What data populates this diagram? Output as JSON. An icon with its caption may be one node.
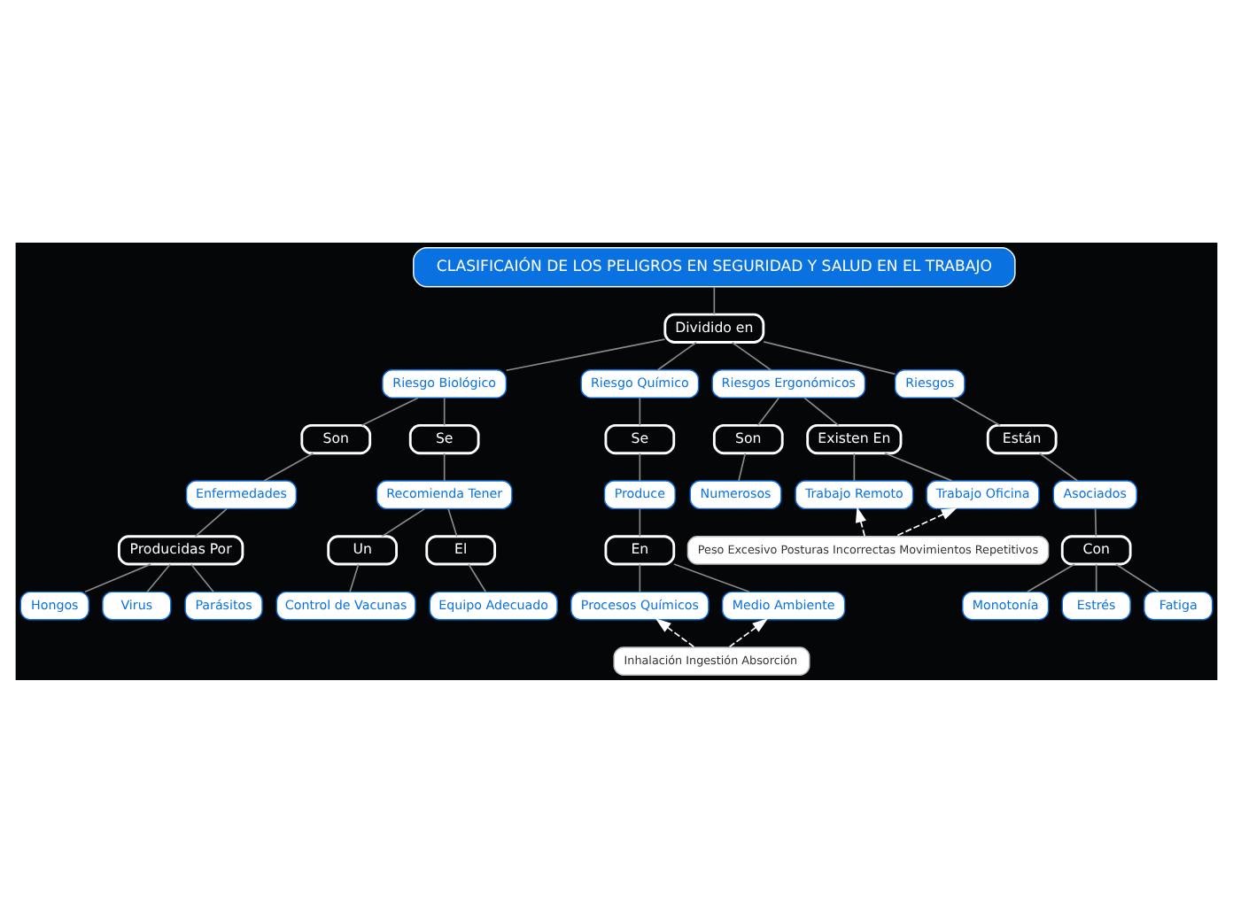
{
  "diagram": {
    "nodes": [
      {
        "text": [
          "CLASIFICAIÓN DE LOS PELIGROS EN SEGURIDAD Y SALUD EN EL TRABAJO"
        ]
      },
      {
        "text": [
          "Dividido en"
        ]
      },
      {
        "text": [
          "Riesgo Biológico"
        ]
      },
      {
        "text": [
          "Riesgo Químico"
        ]
      },
      {
        "text": [
          "Riesgos Ergonómicos"
        ]
      },
      {
        "text": [
          "Riesgos"
        ]
      },
      {
        "text": [
          "Son"
        ]
      },
      {
        "text": [
          "Se"
        ]
      },
      {
        "text": [
          "Enfermedades"
        ]
      },
      {
        "text": [
          "Producidas Por"
        ]
      },
      {
        "text": [
          "Hongos"
        ]
      },
      {
        "text": [
          "Virus"
        ]
      },
      {
        "text": [
          "Parásitos"
        ]
      },
      {
        "text": [
          "Recomienda Tener"
        ]
      },
      {
        "text": [
          "Un"
        ]
      },
      {
        "text": [
          "El"
        ]
      },
      {
        "text": [
          "Control de Vacunas"
        ]
      },
      {
        "text": [
          "Equipo Adecuado"
        ]
      },
      {
        "text": [
          "Se"
        ]
      },
      {
        "text": [
          "Produce"
        ]
      },
      {
        "text": [
          "En"
        ]
      },
      {
        "text": [
          "Procesos Químicos"
        ]
      },
      {
        "text": [
          "Medio Ambiente"
        ]
      },
      {
        "text": [
          "Inhalación Ingestión Absorción"
        ]
      },
      {
        "text": [
          "Son"
        ]
      },
      {
        "text": [
          "Existen En"
        ]
      },
      {
        "text": [
          "Numerosos"
        ]
      },
      {
        "text": [
          "Trabajo Remoto"
        ]
      },
      {
        "text": [
          "Trabajo Oficina"
        ]
      },
      {
        "text": [
          "Peso Excesivo Posturas Incorrectas Movimientos Repetitivos"
        ]
      },
      {
        "text": [
          "Están"
        ]
      },
      {
        "text": [
          "Asociados"
        ]
      },
      {
        "text": [
          "Con"
        ]
      },
      {
        "text": [
          "Monotonía"
        ]
      },
      {
        "text": [
          "Estrés"
        ]
      },
      {
        "text": [
          "Fatiga"
        ]
      }
    ],
    "edges": [
      {
        "from": 0,
        "to": 1,
        "arrow": "none"
      },
      {
        "from": 1,
        "to": 2,
        "arrow": "none"
      },
      {
        "from": 1,
        "to": 3,
        "arrow": "none"
      },
      {
        "from": 1,
        "to": 4,
        "arrow": "none"
      },
      {
        "from": 1,
        "to": 5,
        "arrow": "none"
      },
      {
        "from": 2,
        "to": 6,
        "arrow": "none"
      },
      {
        "from": 2,
        "to": 7,
        "arrow": "none"
      },
      {
        "from": 6,
        "to": 8,
        "arrow": "none"
      },
      {
        "from": 8,
        "to": 9,
        "arrow": "none"
      },
      {
        "from": 9,
        "to": 10,
        "arrow": "none"
      },
      {
        "from": 9,
        "to": 11,
        "arrow": "none"
      },
      {
        "from": 9,
        "to": 12,
        "arrow": "none"
      },
      {
        "from": 7,
        "to": 13,
        "arrow": "none"
      },
      {
        "from": 13,
        "to": 14,
        "arrow": "none"
      },
      {
        "from": 13,
        "to": 15,
        "arrow": "none"
      },
      {
        "from": 14,
        "to": 16,
        "arrow": "none"
      },
      {
        "from": 15,
        "to": 17,
        "arrow": "none"
      },
      {
        "from": 3,
        "to": 18,
        "arrow": "none"
      },
      {
        "from": 18,
        "to": 19,
        "arrow": "none"
      },
      {
        "from": 19,
        "to": 20,
        "arrow": "none"
      },
      {
        "from": 20,
        "to": 21,
        "arrow": "none"
      },
      {
        "from": 20,
        "to": 22,
        "arrow": "none"
      },
      {
        "from": 23,
        "to": 21,
        "arrow": "to",
        "style": "dashed",
        "color": "#ffffff"
      },
      {
        "from": 23,
        "to": 22,
        "arrow": "to",
        "style": "dashed",
        "color": "#ffffff"
      },
      {
        "from": 4,
        "to": 24,
        "arrow": "none"
      },
      {
        "from": 4,
        "to": 25,
        "arrow": "none"
      },
      {
        "from": 24,
        "to": 26,
        "arrow": "none"
      },
      {
        "from": 25,
        "to": 27,
        "arrow": "none"
      },
      {
        "from": 25,
        "to": 28,
        "arrow": "none"
      },
      {
        "from": 29,
        "to": 27,
        "arrow": "to",
        "style": "dashed",
        "color": "#ffffff"
      },
      {
        "from": 29,
        "to": 28,
        "arrow": "to",
        "style": "dashed",
        "color": "#ffffff"
      },
      {
        "from": 5,
        "to": 30,
        "arrow": "none"
      },
      {
        "from": 30,
        "to": 31,
        "arrow": "none"
      },
      {
        "from": 31,
        "to": 32,
        "arrow": "none"
      },
      {
        "from": 32,
        "to": 33,
        "arrow": "none"
      },
      {
        "from": 32,
        "to": 34,
        "arrow": "none"
      },
      {
        "from": 32,
        "to": 35,
        "arrow": "none"
      }
    ]
  }
}
